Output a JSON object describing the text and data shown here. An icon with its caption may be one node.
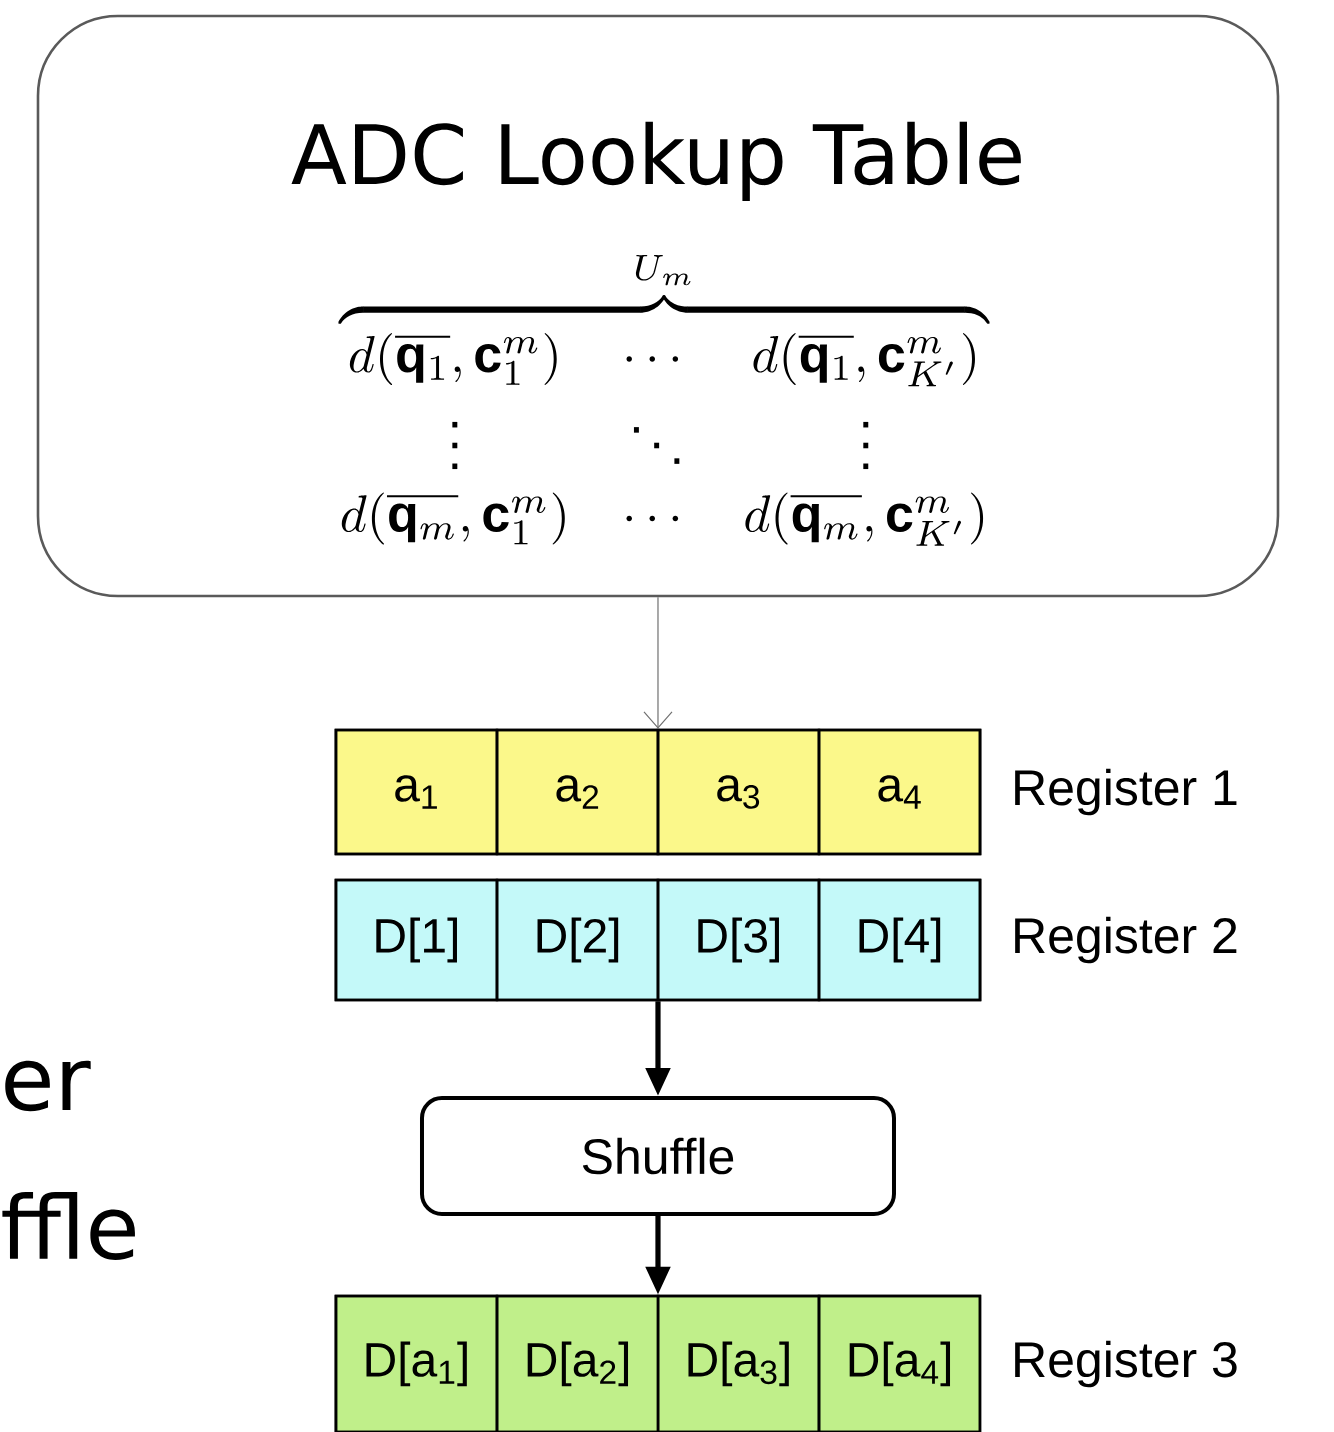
{
  "diagram": {
    "nodes": [
      {
        "text": [
          "ADC Lookup Table",
          "\\overbrace{\\begin{matrix} d(\\overline{\\mathbf{q}_1},\\mathbf{c}^m_1) & \\cdots & d(\\overline{\\mathbf{q}_1},\\mathbf{c}^m_{K'}) \\\\ \\vdots & \\ddots & \\vdots \\\\ d(\\overline{\\mathbf{q}_m},\\mathbf{c}^m_1) & \\cdots & d(\\overline{\\mathbf{q}_m},\\mathbf{c}^m_{K'}) \\end{matrix}}^{U_m}"
        ]
      },
      {
        "text": [],
        "shape": "bar",
        "beside": [
          "Register 1"
        ]
      },
      {
        "text": [
          "a$_{1}$"
        ],
        "in": 1
      },
      {
        "text": [
          "a$_{2}$"
        ],
        "in": 1
      },
      {
        "text": [
          "a$_{3}$"
        ],
        "in": 1
      },
      {
        "text": [
          "a$_{4}$"
        ],
        "in": 1
      },
      {
        "text": [],
        "shape": "bar",
        "beside": [
          "Register 2"
        ]
      },
      {
        "text": [
          "D[1]"
        ],
        "in": 6
      },
      {
        "text": [
          "D[2]"
        ],
        "in": 6
      },
      {
        "text": [
          "D[3]"
        ],
        "in": 6
      },
      {
        "text": [
          "D[4]"
        ],
        "in": 6
      },
      {
        "text": [
          "Shuffle"
        ]
      },
      {
        "text": [],
        "shape": "bar",
        "beside": [
          "Register 3"
        ]
      },
      {
        "text": [
          "D[a$_{1}$]"
        ],
        "in": 12
      },
      {
        "text": [
          "D[a$_{2}$]"
        ],
        "in": 12
      },
      {
        "text": [
          "D[a$_{3}$]"
        ],
        "in": 12
      },
      {
        "text": [
          "D[a$_{4}$]"
        ],
        "in": 12
      }
    ],
    "edges": [
      {
        "from": 0,
        "to": 1,
        "arrow": "to",
        "color": "#707070"
      },
      {
        "from": 6,
        "to": 11,
        "arrow": "to"
      },
      {
        "from": 11,
        "to": 12,
        "arrow": "to"
      }
    ],
    "labels": [
      "er",
      "ffle"
    ]
  }
}
